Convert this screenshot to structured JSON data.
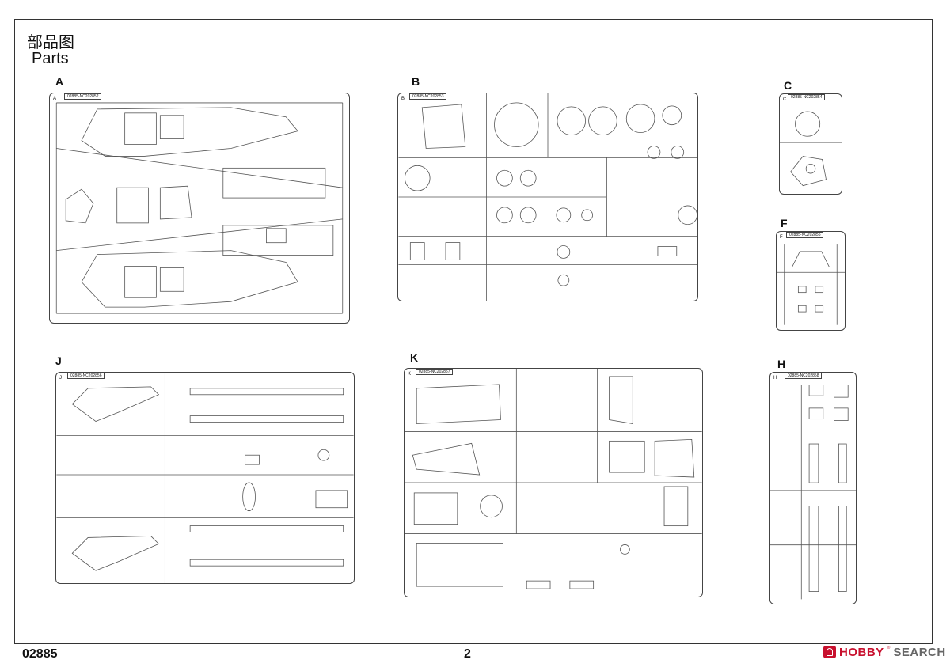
{
  "title_cn": "部品图",
  "title_en": "Parts",
  "footer": {
    "code": "02885",
    "page": "2"
  },
  "brand": {
    "name_a": "HOBBY",
    "name_b": "SEARCH",
    "reg": "®"
  },
  "sprues": [
    {
      "letter": "A",
      "code": "02885-NC202852"
    },
    {
      "letter": "B",
      "code": "02885-NC202853"
    },
    {
      "letter": "C",
      "code": "02885-NC202854"
    },
    {
      "letter": "F",
      "code": "02885-NC202855"
    },
    {
      "letter": "J",
      "code": "02885-NC202856"
    },
    {
      "letter": "K",
      "code": "02885-NC202857"
    },
    {
      "letter": "H",
      "code": "02885-NC202858"
    }
  ]
}
